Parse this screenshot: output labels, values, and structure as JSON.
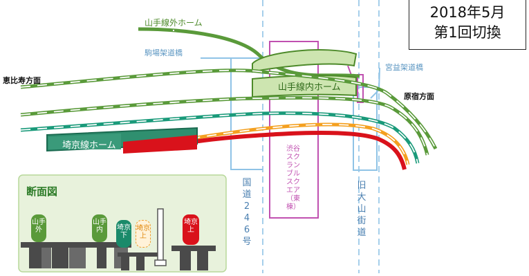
{
  "date_box": {
    "line1": "2018年5月",
    "line2": "第1回切換"
  },
  "directions": {
    "left": "恵比寿方面",
    "right": "原宿方面"
  },
  "platform_labels": {
    "yamanote_outer": "山手線外ホーム",
    "yamanote_inner": "山手線内ホーム",
    "saikyo": "埼京線ホーム"
  },
  "bridge_labels": {
    "komaba": "駒場架道橋",
    "miyamasu": "宮益架道橋"
  },
  "vertical_labels": {
    "route246": "国道246号",
    "scramble": "渋谷スクランブルスクエア（東棟）",
    "oyama": "旧大山街道"
  },
  "cross_section": {
    "title": "断面図",
    "tracks": [
      {
        "label": "山手外",
        "color": "#5a9a3a"
      },
      {
        "label": "山手内",
        "color": "#5a9a3a"
      },
      {
        "label": "埼京下",
        "color": "#1a8a6a"
      },
      {
        "label": "埼京上",
        "color": "#f0a030"
      },
      {
        "label": "埼京上",
        "color": "#d9121b"
      }
    ]
  },
  "colors": {
    "yamanote": "#5a9a3a",
    "saikyo_down": "#1a9a7a",
    "saikyo_up_old": "#f4a020",
    "saikyo_up_new": "#d9121b",
    "bridge": "#8fc3e6",
    "building": "#c050b0"
  }
}
